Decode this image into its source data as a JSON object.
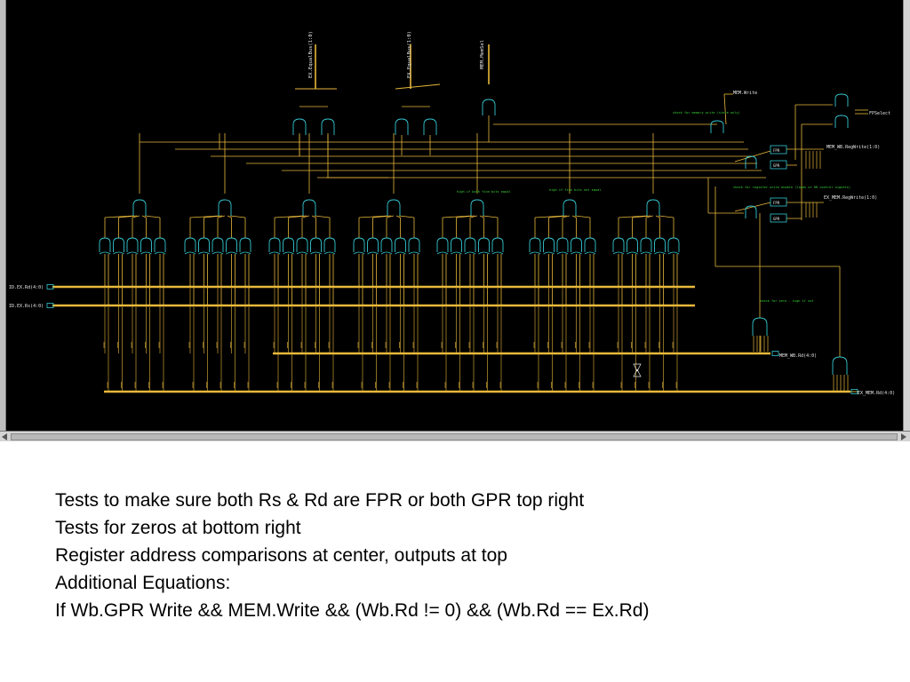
{
  "colors": {
    "canvas": "#000000",
    "wire": "#e8b83a",
    "gate": "#34c8d2",
    "label_green": "#3ad23a",
    "pin_label": "#e8e8e8"
  },
  "schematic": {
    "inputs_left": [
      "ID.EX.Rd(4:0)",
      "ID.EX.Rs(4:0)"
    ],
    "top_signals": [
      "EX.EqualBus(1:0)",
      "EX.EqualBus(1:0)",
      "MEM.MemSel"
    ],
    "comments": [
      "check for memory write (store only)",
      "high if both fine bits equal",
      "high if fine bits not equal",
      "check for register write enable (loads or RR control signals)",
      "check for zero - high if not"
    ],
    "output_pins": [
      "MEM.Write",
      "FPSelect",
      "MEM_WB.RegWrite(1:0)",
      "EX_MEM.RegWrite(1:0)",
      "MEM_WB.Rd(4:0)",
      "EX_MEM.Rd(4:0)"
    ],
    "block_labels": [
      "FPR",
      "GPR",
      "FPR",
      "GPR"
    ]
  },
  "notes": [
    "Tests to make sure both Rs & Rd are FPR or both GPR top right",
    "Tests for zeros at bottom right",
    "Register address comparisons at center, outputs at top",
    "Additional Equations:",
    "If Wb.GPR Write && MEM.Write && (Wb.Rd != 0) && (Wb.Rd == Ex.Rd)"
  ]
}
